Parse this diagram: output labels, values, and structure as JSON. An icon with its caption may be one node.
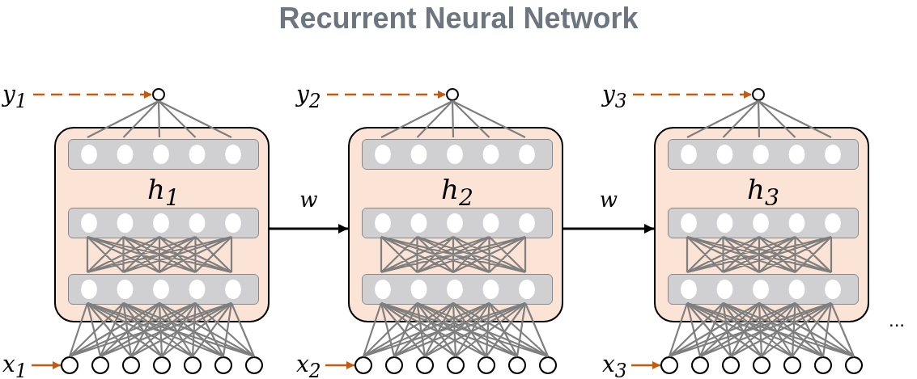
{
  "diagram": {
    "title": "Recurrent Neural Network",
    "nodes": [
      {
        "text": [
          "y$_{1}$"
        ]
      },
      {
        "text": [],
        "shape": "circle"
      },
      {
        "text": [
          "h$_{1}$"
        ]
      },
      {
        "text": [],
        "shape": "bar",
        "in": 2
      },
      {
        "text": [],
        "shape": "bar",
        "in": 2
      },
      {
        "text": [],
        "shape": "bar",
        "in": 2
      },
      {
        "text": [
          "x$_{1}$"
        ]
      },
      {
        "text": [],
        "shape": "circle"
      },
      {
        "text": [],
        "shape": "circle"
      },
      {
        "text": [],
        "shape": "circle"
      },
      {
        "text": [],
        "shape": "circle"
      },
      {
        "text": [],
        "shape": "circle"
      },
      {
        "text": [],
        "shape": "circle"
      },
      {
        "text": [],
        "shape": "circle"
      },
      {
        "text": [
          "y$_{2}$"
        ]
      },
      {
        "text": [],
        "shape": "circle"
      },
      {
        "text": [
          "h$_{2}$"
        ]
      },
      {
        "text": [],
        "shape": "bar",
        "in": 16
      },
      {
        "text": [],
        "shape": "bar",
        "in": 16
      },
      {
        "text": [],
        "shape": "bar",
        "in": 16
      },
      {
        "text": [
          "x$_{2}$"
        ]
      },
      {
        "text": [],
        "shape": "circle"
      },
      {
        "text": [],
        "shape": "circle"
      },
      {
        "text": [],
        "shape": "circle"
      },
      {
        "text": [],
        "shape": "circle"
      },
      {
        "text": [],
        "shape": "circle"
      },
      {
        "text": [],
        "shape": "circle"
      },
      {
        "text": [],
        "shape": "circle"
      },
      {
        "text": [
          "y$_{3}$"
        ]
      },
      {
        "text": [],
        "shape": "circle"
      },
      {
        "text": [
          "h$_{3}$"
        ]
      },
      {
        "text": [],
        "shape": "bar",
        "in": 30
      },
      {
        "text": [],
        "shape": "bar",
        "in": 30
      },
      {
        "text": [],
        "shape": "bar",
        "in": 30
      },
      {
        "text": [
          "x$_{3}$"
        ]
      },
      {
        "text": [],
        "shape": "circle"
      },
      {
        "text": [],
        "shape": "circle"
      },
      {
        "text": [],
        "shape": "circle"
      },
      {
        "text": [],
        "shape": "circle"
      },
      {
        "text": [],
        "shape": "circle"
      },
      {
        "text": [],
        "shape": "circle"
      },
      {
        "text": [],
        "shape": "circle"
      }
    ],
    "edges": [
      {
        "from": 0,
        "to": 1,
        "arrow": "to",
        "style": "dashed",
        "color": "#c55a11"
      },
      {
        "from": 1,
        "to": 3,
        "arrow": "none"
      },
      {
        "from": 4,
        "to": 5,
        "arrow": "none"
      },
      {
        "from": 7,
        "to": 5,
        "arrow": "none"
      },
      {
        "from": 8,
        "to": 5,
        "arrow": "none"
      },
      {
        "from": 9,
        "to": 5,
        "arrow": "none"
      },
      {
        "from": 10,
        "to": 5,
        "arrow": "none"
      },
      {
        "from": 11,
        "to": 5,
        "arrow": "none"
      },
      {
        "from": 12,
        "to": 5,
        "arrow": "none"
      },
      {
        "from": 13,
        "to": 5,
        "arrow": "none"
      },
      {
        "from": 6,
        "to": 7,
        "arrow": "to",
        "color": "#c55a11"
      },
      {
        "from": 14,
        "to": 15,
        "arrow": "to",
        "style": "dashed",
        "color": "#c55a11"
      },
      {
        "from": 15,
        "to": 17,
        "arrow": "none"
      },
      {
        "from": 18,
        "to": 19,
        "arrow": "none"
      },
      {
        "from": 21,
        "to": 19,
        "arrow": "none"
      },
      {
        "from": 22,
        "to": 19,
        "arrow": "none"
      },
      {
        "from": 23,
        "to": 19,
        "arrow": "none"
      },
      {
        "from": 24,
        "to": 19,
        "arrow": "none"
      },
      {
        "from": 25,
        "to": 19,
        "arrow": "none"
      },
      {
        "from": 26,
        "to": 19,
        "arrow": "none"
      },
      {
        "from": 27,
        "to": 19,
        "arrow": "none"
      },
      {
        "from": 20,
        "to": 21,
        "arrow": "to",
        "color": "#c55a11"
      },
      {
        "from": 28,
        "to": 29,
        "arrow": "to",
        "style": "dashed",
        "color": "#c55a11"
      },
      {
        "from": 29,
        "to": 31,
        "arrow": "none"
      },
      {
        "from": 32,
        "to": 33,
        "arrow": "none"
      },
      {
        "from": 35,
        "to": 33,
        "arrow": "none"
      },
      {
        "from": 36,
        "to": 33,
        "arrow": "none"
      },
      {
        "from": 37,
        "to": 33,
        "arrow": "none"
      },
      {
        "from": 38,
        "to": 33,
        "arrow": "none"
      },
      {
        "from": 39,
        "to": 33,
        "arrow": "none"
      },
      {
        "from": 40,
        "to": 33,
        "arrow": "none"
      },
      {
        "from": 41,
        "to": 33,
        "arrow": "none"
      },
      {
        "from": 34,
        "to": 35,
        "arrow": "to",
        "color": "#c55a11"
      },
      {
        "from": 2,
        "to": 16,
        "arrow": "to",
        "label": "w",
        "color": "#000000"
      },
      {
        "from": 16,
        "to": 30,
        "arrow": "to",
        "label": "w",
        "color": "#000000"
      }
    ],
    "labels": [
      "..."
    ]
  }
}
